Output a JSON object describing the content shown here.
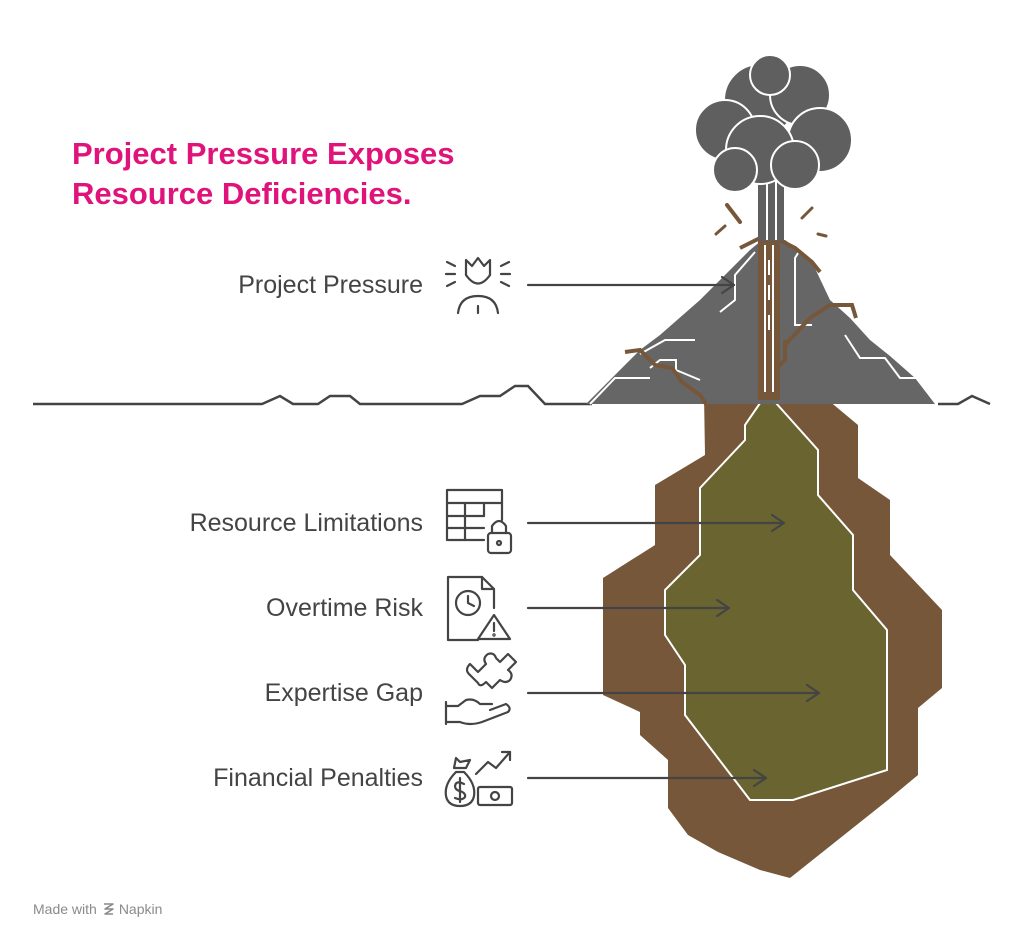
{
  "title": {
    "line1": "Project Pressure Exposes",
    "line2": "Resource Deficiencies."
  },
  "items": [
    {
      "label": "Project Pressure",
      "icon": "stressed-person-icon"
    },
    {
      "label": "Resource Limitations",
      "icon": "locked-table-icon"
    },
    {
      "label": "Overtime Risk",
      "icon": "clock-warning-document-icon"
    },
    {
      "label": "Expertise Gap",
      "icon": "hand-puzzle-icon"
    },
    {
      "label": "Financial Penalties",
      "icon": "money-bag-growth-icon"
    }
  ],
  "footer": {
    "made_with": "Made with",
    "brand": "Napkin"
  },
  "colors": {
    "title": "#e0137a",
    "rock": "#666666",
    "smoke": "#5f5f5f",
    "dirt": "#77573a",
    "core": "#6a6530",
    "text": "#444444"
  }
}
